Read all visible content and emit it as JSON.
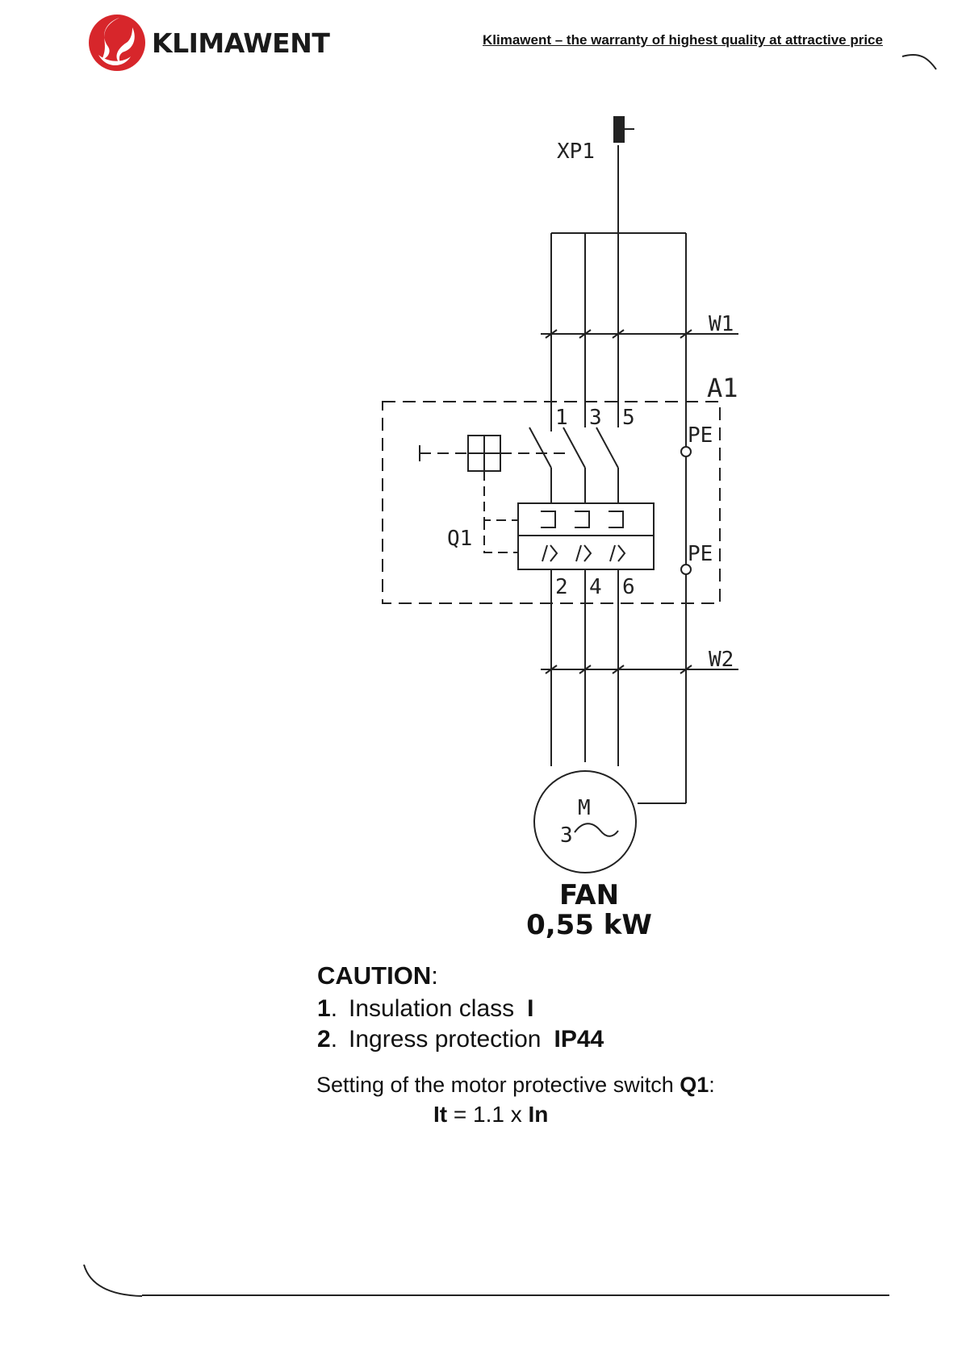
{
  "header": {
    "brand": "KLIMAWENT",
    "tagline": "Klimawent – the warranty of highest quality at attractive price",
    "brand_color": "#d7262b"
  },
  "diagram": {
    "labels": {
      "connector": "XP1",
      "cable_in": "W1",
      "assembly": "A1",
      "switch": "Q1",
      "cable_out": "W2",
      "pe_top": "PE",
      "pe_bottom": "PE",
      "terminals_in": [
        "1",
        "3",
        "5"
      ],
      "terminals_out": [
        "2",
        "4",
        "6"
      ],
      "overload_symbols": [
        "I>",
        "I>",
        "I>"
      ],
      "motor_letter": "M",
      "motor_phase": "3",
      "motor_tilde": "~"
    },
    "fan_label": "FAN",
    "fan_power": "0,55 kW"
  },
  "notes": {
    "caution_title": "CAUTION",
    "caution_colon": ":",
    "items": [
      {
        "num": "1",
        "dot": ".",
        "text": "Insulation class",
        "value": "I"
      },
      {
        "num": "2",
        "dot": ".",
        "text": "Ingress protection",
        "value": "IP44"
      }
    ],
    "setting_text": "Setting of the motor protective switch",
    "setting_device": "Q1",
    "setting_colon": ":",
    "formula_left": "It",
    "formula_mid": "= 1.1 x",
    "formula_right": "In"
  }
}
